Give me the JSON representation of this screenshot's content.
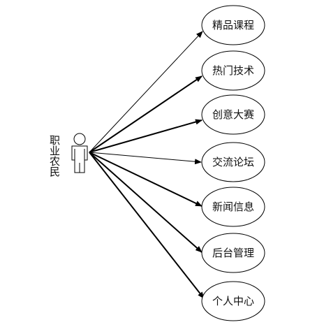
{
  "actor": {
    "name": "职业农民"
  },
  "use_cases": [
    {
      "label": "精品课程"
    },
    {
      "label": "热门技术"
    },
    {
      "label": "创意大赛"
    },
    {
      "label": "交流论坛"
    },
    {
      "label": "新闻信息"
    },
    {
      "label": "后台管理"
    },
    {
      "label": "个人中心"
    }
  ]
}
